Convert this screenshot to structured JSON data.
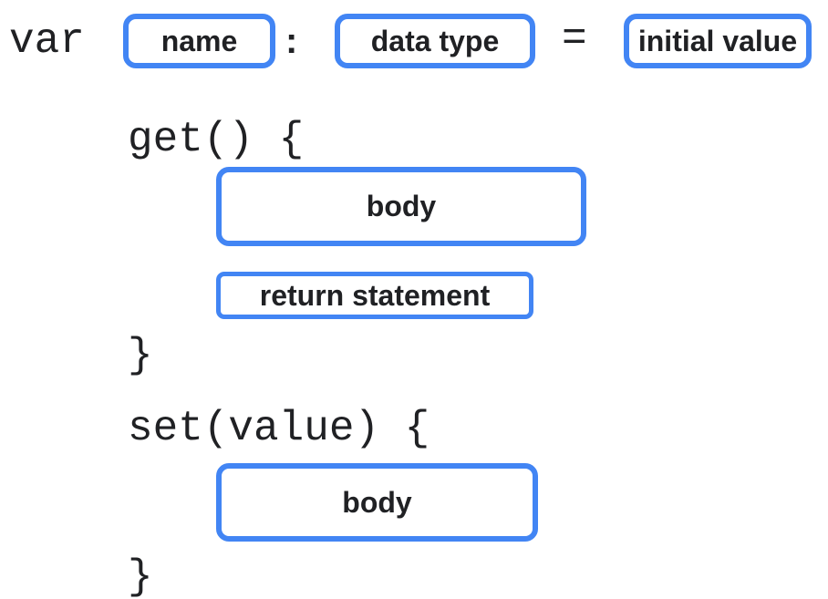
{
  "diagram": {
    "title": "property-with-getter-setter-syntax",
    "colors": {
      "accent_border": "#4285F4",
      "text": "#202124",
      "background": "#ffffff"
    },
    "declaration": {
      "keyword": "var",
      "name_placeholder": "name",
      "colon": ":",
      "type_placeholder": "data type",
      "equals": "=",
      "initial_value_placeholder": "initial value"
    },
    "getter": {
      "opening": "get() {",
      "body_placeholder": "body",
      "return_placeholder": "return statement",
      "closing_brace": "}"
    },
    "setter": {
      "opening": "set(value) {",
      "body_placeholder": "body",
      "closing_brace": "}"
    }
  }
}
